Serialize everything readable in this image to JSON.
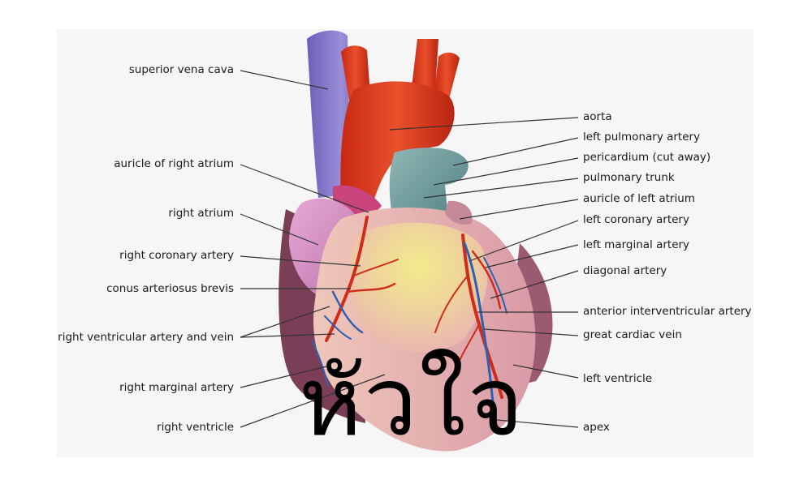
{
  "labels_left": [
    {
      "id": "superior-vena-cava",
      "text": "superior vena cava"
    },
    {
      "id": "auricle-of-right-atrium",
      "text": "auricle of right atrium"
    },
    {
      "id": "right-atrium",
      "text": "right atrium"
    },
    {
      "id": "right-coronary-artery",
      "text": "right coronary artery"
    },
    {
      "id": "conus-arteriosus-brevis",
      "text": "conus arteriosus brevis"
    },
    {
      "id": "right-ventricular-artery-and-vein",
      "text": "right ventricular artery and vein"
    },
    {
      "id": "right-marginal-artery",
      "text": "right marginal artery"
    },
    {
      "id": "right-ventricle",
      "text": "right ventricle"
    }
  ],
  "labels_right": [
    {
      "id": "aorta",
      "text": "aorta"
    },
    {
      "id": "left-pulmonary-artery",
      "text": "left pulmonary artery"
    },
    {
      "id": "pericardium",
      "text": "pericardium (cut away)"
    },
    {
      "id": "pulmonary-trunk",
      "text": "pulmonary trunk"
    },
    {
      "id": "auricle-of-left-atrium",
      "text": "auricle of left atrium"
    },
    {
      "id": "left-coronary-artery",
      "text": "left coronary artery"
    },
    {
      "id": "left-marginal-artery",
      "text": "left marginal artery"
    },
    {
      "id": "diagonal-artery",
      "text": "diagonal artery"
    },
    {
      "id": "anterior-interventricular-artery",
      "text": "anterior interventricular artery"
    },
    {
      "id": "great-cardiac-vein",
      "text": "great cardiac vein"
    },
    {
      "id": "left-ventricle",
      "text": "left ventricle"
    },
    {
      "id": "apex",
      "text": "apex"
    }
  ],
  "overlay_title": "หัวใจ",
  "colors": {
    "vena_cava": "#7b6fc4",
    "aorta": "#d8361e",
    "pulmonary_trunk": "#6f9c9c",
    "right_atrium": "#d78fc6",
    "ventricle": "#efc6b0",
    "myocardium_highlight": "#ece57a",
    "coronary_artery": "#d0301c",
    "cardiac_vein": "#2f5fb0",
    "pericardium": "#8a4e62",
    "background_panel": "#f7f6f6"
  }
}
